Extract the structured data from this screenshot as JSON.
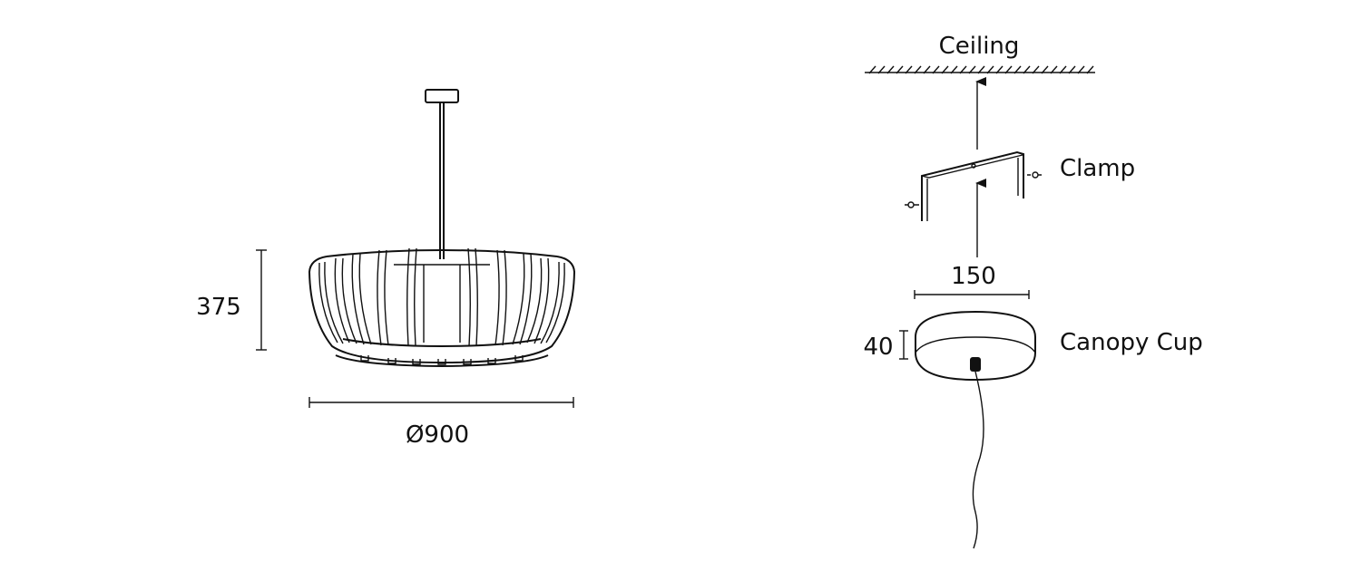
{
  "lamp": {
    "height_label": "375",
    "diameter_label": "Ø900"
  },
  "installation": {
    "ceiling_label": "Ceiling",
    "clamp_label": "Clamp",
    "width_label": "150",
    "cup_height_label": "40",
    "canopy_label": "Canopy Cup"
  }
}
